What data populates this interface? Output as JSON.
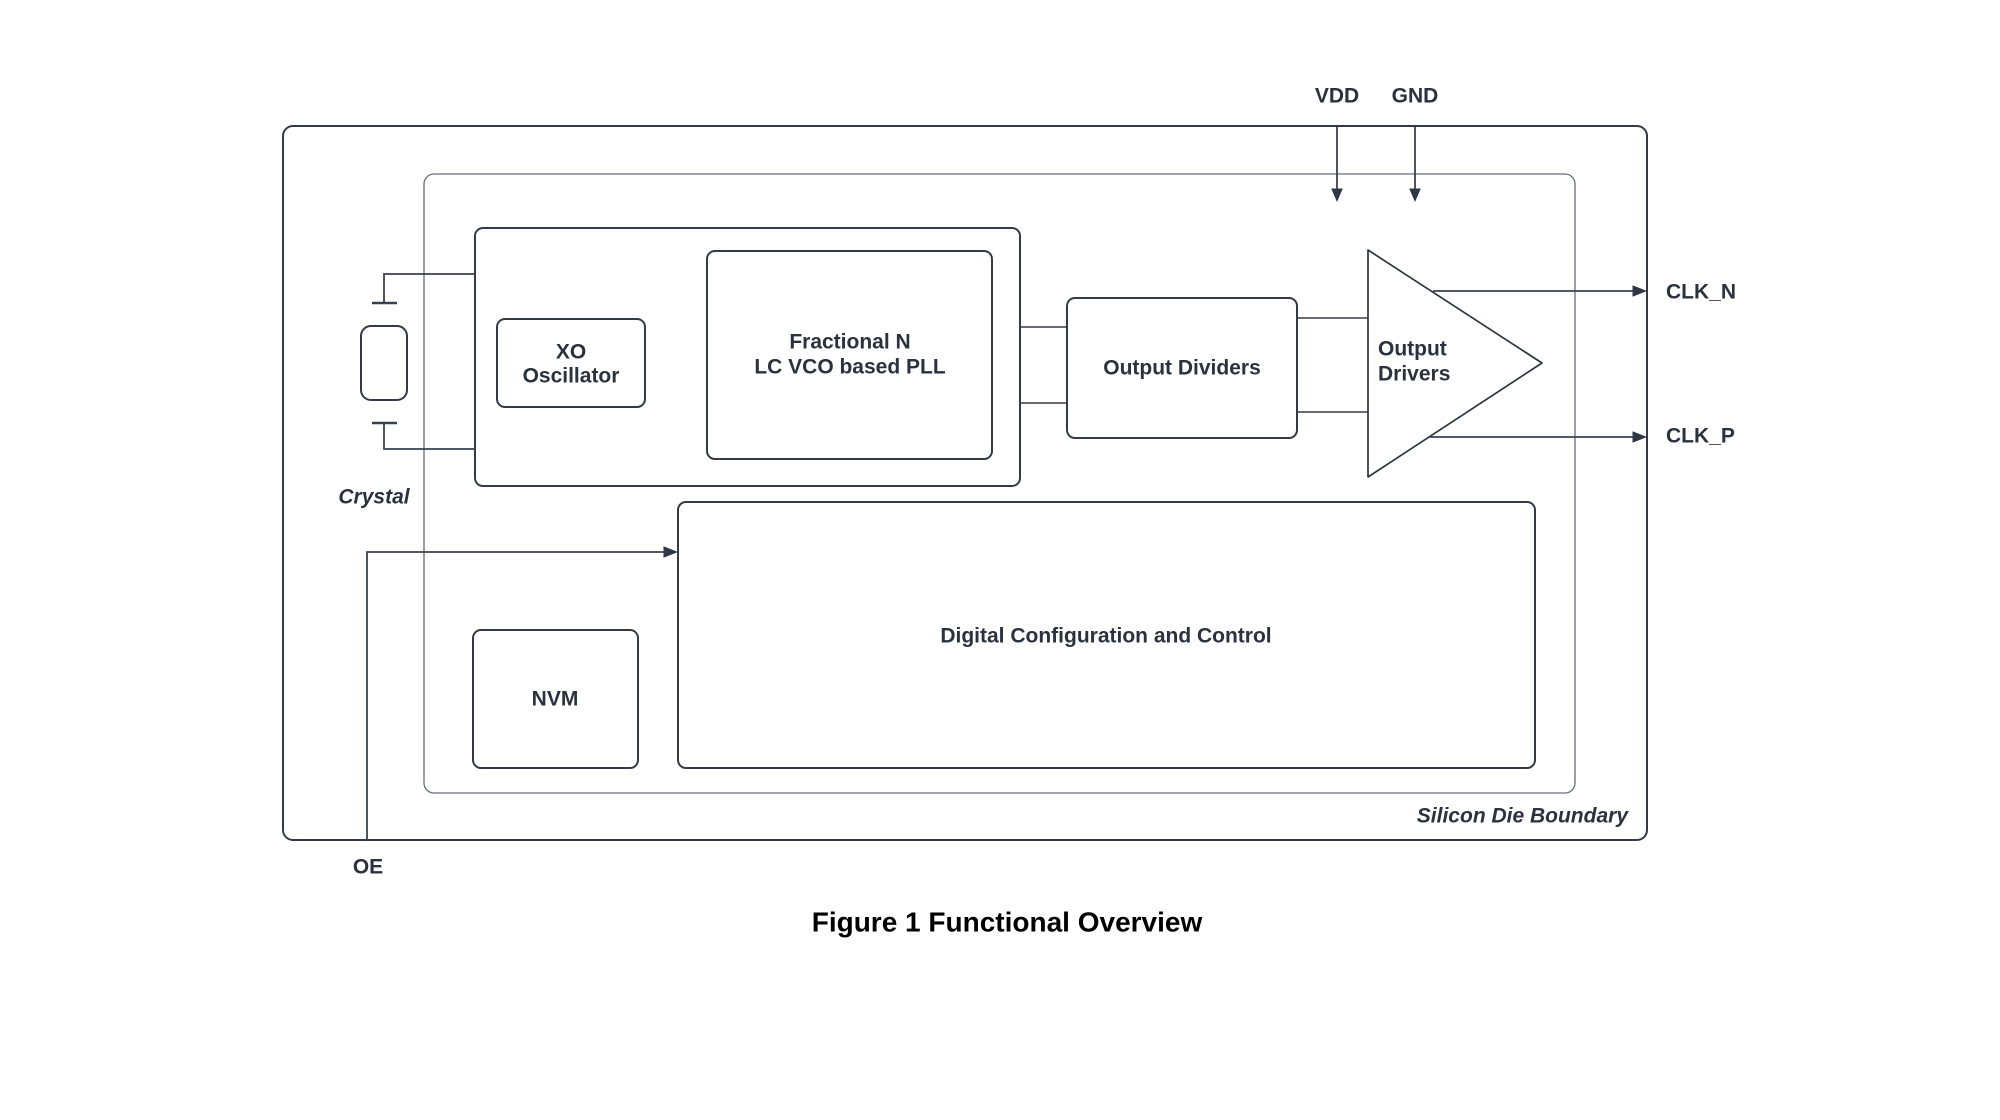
{
  "page": {
    "background": "#ffffff"
  },
  "colors": {
    "line": "#333a46",
    "inner_boundary_line": "#636c7b",
    "wire": "#3a414e",
    "block_text": "#2b323f",
    "caption_text": "#000000"
  },
  "pins": {
    "vdd": "VDD",
    "gnd": "GND",
    "clk_n": "CLK_N",
    "clk_p": "CLK_P",
    "oe": "OE",
    "crystal": "Crystal"
  },
  "blocks": {
    "xo_oscillator": {
      "line1": "XO",
      "line2": "Oscillator"
    },
    "fractional_pll": {
      "line1": "Fractional N",
      "line2": "LC VCO based PLL"
    },
    "output_dividers": {
      "label": "Output Dividers"
    },
    "output_drivers": {
      "line1": "Output",
      "line2": "Drivers"
    },
    "digital_config": {
      "label": "Digital Configuration and Control"
    },
    "nvm": {
      "label": "NVM"
    }
  },
  "boundary": {
    "silicon_die": "Silicon Die Boundary"
  },
  "caption": {
    "text": "Figure 1 Functional Overview"
  }
}
